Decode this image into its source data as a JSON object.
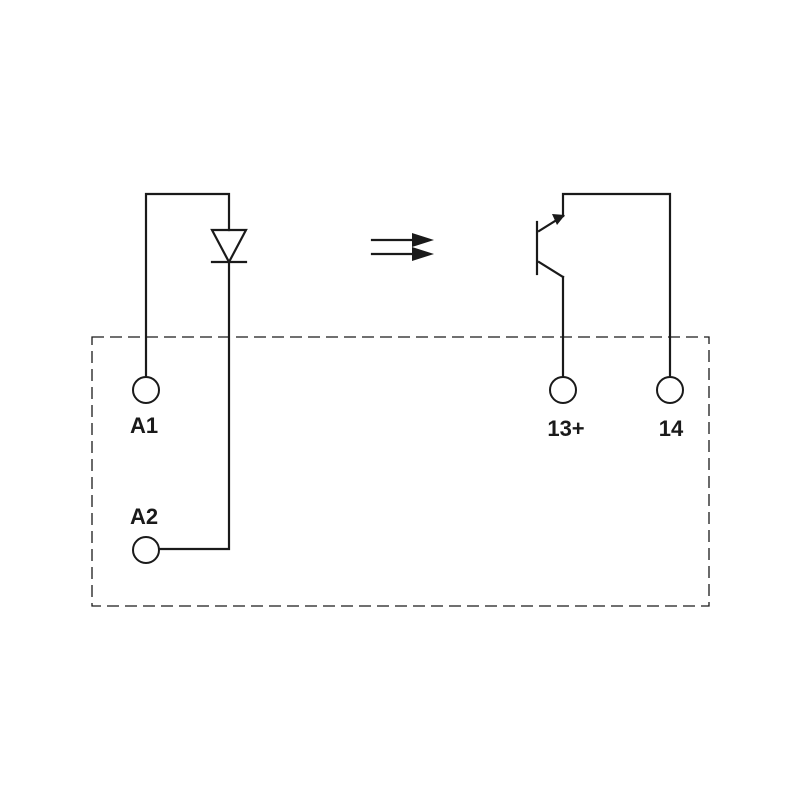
{
  "terminals": {
    "a1": "A1",
    "a2": "A2",
    "t13": "13+",
    "t14": "14"
  },
  "colors": {
    "line": "#1a1a1a",
    "background": "#ffffff"
  }
}
